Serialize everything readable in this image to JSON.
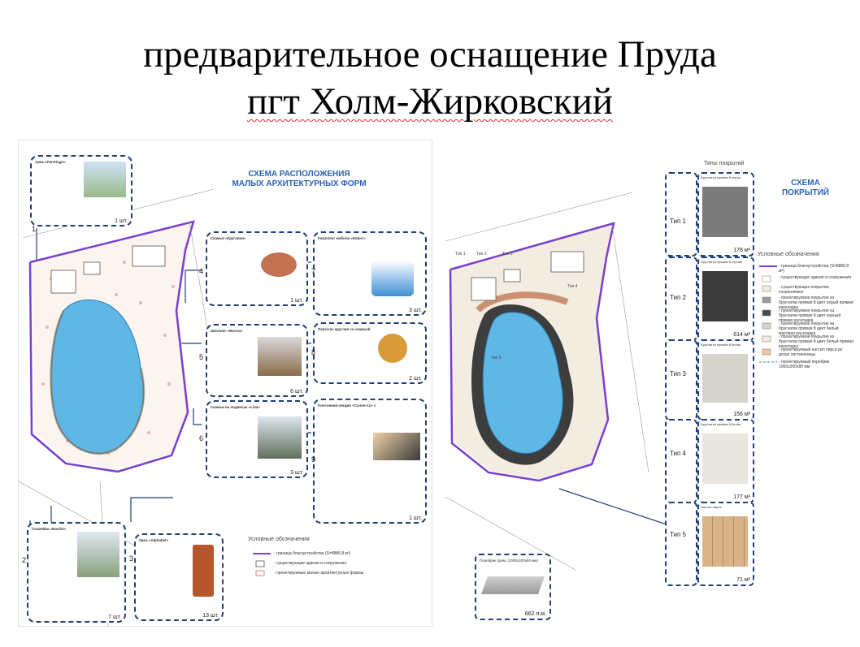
{
  "slide": {
    "title_line1": "предварительное оснащение Пруда",
    "title_line2": "пгт Холм-Жирковский"
  },
  "left_plan": {
    "heading": "СХЕМА РАСПОЛОЖЕНИЯ\nМАЛЫХ АРХИТЕКТУРНЫХ ФОРМ",
    "cards": [
      {
        "num": "1",
        "title": "Арка «Paretingo»",
        "qty": "1 шт."
      },
      {
        "num": "2",
        "title": "Скамейка «Basilio»",
        "qty": "7 шт."
      },
      {
        "num": "3",
        "title": "Урна «Alphabet»",
        "qty": "13 шт."
      },
      {
        "num": "4",
        "title": "Скамья «Круговая»",
        "qty": "1 шт."
      },
      {
        "num": "5",
        "title": "Шезлонг «Велла»",
        "qty": "6 шт."
      },
      {
        "num": "6",
        "title": "Скамья на подвесах «Lina»",
        "qty": "3 шт."
      },
      {
        "num": "7",
        "title": "Комплект мебели «Клинт»",
        "qty": "3 шт."
      },
      {
        "num": "8",
        "title": "Перголы круглая со скамьей",
        "qty": "2 шт."
      },
      {
        "num": "9",
        "title": "Понтонная секция «Салон-12» с",
        "qty": "1 шт."
      }
    ],
    "legend_title": "Условные обозначения",
    "legend": [
      "- граница благоустройства (S=8886,8 м²)",
      "- существующие здания и сооружения",
      "- проектируемые малые архитектурные формы"
    ]
  },
  "right_plan": {
    "heading": "СХЕМА\nПОКРЫТИЙ",
    "types_title": "Типы покрытий",
    "types": [
      {
        "label": "Тип 1",
        "desc": "Брусчатка прямая 8 серая",
        "area": "178 м²",
        "color": "#7b7b7b"
      },
      {
        "label": "Тип 2",
        "desc": "Брусчатка прямая 8 черная",
        "area": "614 м²",
        "color": "#3a3a3a"
      },
      {
        "label": "Тип 3",
        "desc": "Брусчатка прямая 8 белая",
        "area": "156 м²",
        "color": "#d6d3cc"
      },
      {
        "label": "Тип 4",
        "desc": "Брусчатка прямая 8 белая",
        "area": "177 м²",
        "color": "#e9e6e0"
      },
      {
        "label": "Тип 5",
        "desc": "Настил пирса",
        "area": "71 м²",
        "color": "#d9b48a"
      }
    ],
    "curb": {
      "title": "Поребрик прям. (1000х200х80 мм)",
      "qty": "662 п.м."
    },
    "legend_title": "Условные обозначения",
    "legend": [
      "- граница благоустройства (S=8886,8 м²)",
      "- существующие здания и сооружения",
      "- существующее покрытие, сохраняемое",
      "- проектируемое покрытие из брусчатки прямая 8 цвет серый прямая раскладка",
      "- проектируемое покрытие из брусчатки прямая 8 цвет черный прямая раскладка",
      "- проектируемое покрытие из брусчатки прямая 8 цвет белый круговая раскладка",
      "- проектируемое покрытие из брусчатки прямая 8 цвет белый прямая раскладка",
      "- проектируемый настил пирса из доски лиственницы",
      "- проектируемый поребрик 1000х200х80 мм"
    ],
    "legend_colors": [
      "#7a3fd1",
      "#ffffff",
      "#f2eadb",
      "#9a9a9a",
      "#4a4a4a",
      "#d8d2c8",
      "#efe9e1",
      "#f3c6a0",
      "#8fa3c9"
    ],
    "pond_labels": [
      "Тип 1",
      "Тип 2",
      "Тип 3",
      "Тип 4",
      "Тип 5"
    ]
  },
  "colors": {
    "boundary": "#7a3fd1",
    "pond": "#5fb7e6",
    "frame": "#1f3f77",
    "heading": "#2b63b3"
  }
}
